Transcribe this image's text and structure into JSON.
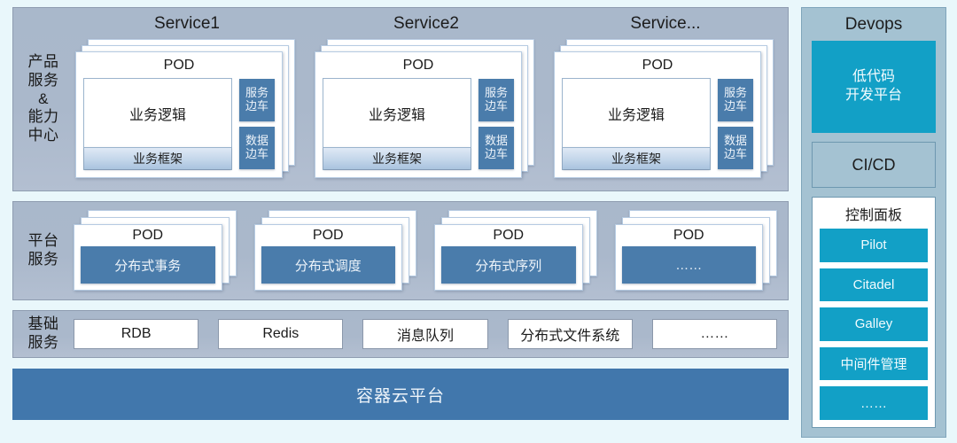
{
  "rows": {
    "product": {
      "label_lines": [
        "产品",
        "服务",
        "&",
        "能力",
        "中心"
      ],
      "services": [
        {
          "title": "Service1",
          "pod_title": "POD",
          "business_logic": "业务逻辑",
          "business_framework": "业务框架",
          "sidecars": [
            {
              "line1": "服务",
              "line2": "边车"
            },
            {
              "line1": "数据",
              "line2": "边车"
            }
          ]
        },
        {
          "title": "Service2",
          "pod_title": "POD",
          "business_logic": "业务逻辑",
          "business_framework": "业务框架",
          "sidecars": [
            {
              "line1": "服务",
              "line2": "边车"
            },
            {
              "line1": "数据",
              "line2": "边车"
            }
          ]
        },
        {
          "title": "Service...",
          "pod_title": "POD",
          "business_logic": "业务逻辑",
          "business_framework": "业务框架",
          "sidecars": [
            {
              "line1": "服务",
              "line2": "边车"
            },
            {
              "line1": "数据",
              "line2": "边车"
            }
          ]
        }
      ]
    },
    "platform": {
      "label_lines": [
        "平台",
        "服务"
      ],
      "pods": [
        {
          "pod_title": "POD",
          "name": "分布式事务"
        },
        {
          "pod_title": "POD",
          "name": "分布式调度"
        },
        {
          "pod_title": "POD",
          "name": "分布式序列"
        },
        {
          "pod_title": "POD",
          "name": "……"
        }
      ]
    },
    "base": {
      "label_lines": [
        "基础",
        "服务"
      ],
      "items": [
        "RDB",
        "Redis",
        "消息队列",
        "分布式文件系统",
        "……"
      ]
    },
    "container": {
      "label": "容器云平台"
    }
  },
  "devops": {
    "title": "Devops",
    "lowcode": {
      "line1": "低代码",
      "line2": "开发平台"
    },
    "cicd": "CI/CD",
    "control_panel": {
      "title": "控制面板",
      "items": [
        "Pilot",
        "Citadel",
        "Galley",
        "中间件管理",
        "……"
      ]
    }
  },
  "colors": {
    "page_background": "#e9f7fb",
    "band_background": "#aab8cb",
    "pod_blue": "#4a7cab",
    "container_blue": "#4177ac",
    "devops_background": "#a4c2d2",
    "cyan_accent": "#12a0c6",
    "card_white": "#ffffff"
  }
}
